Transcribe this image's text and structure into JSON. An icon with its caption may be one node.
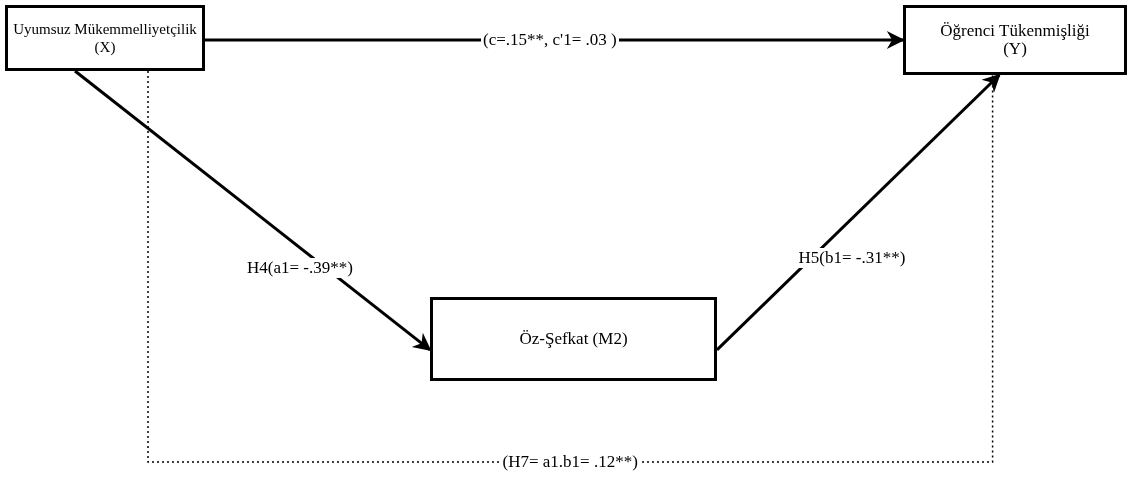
{
  "diagram": {
    "nodes": [
      {
        "text": [
          "Uyumsuz Mükemmelliyetçilik",
          "(X)"
        ]
      },
      {
        "text": [
          "Öğrenci Tükenmişliği",
          "(Y)"
        ]
      },
      {
        "text": [
          "Öz-Şefkat (M2)"
        ]
      }
    ],
    "edges": [
      {
        "from": 0,
        "to": 1,
        "arrow": "to",
        "label": "(c=.15**, c'1= .03 )"
      },
      {
        "from": 0,
        "to": 2,
        "arrow": "to",
        "label": "H4(a1= -.39**)"
      },
      {
        "from": 2,
        "to": 1,
        "arrow": "to",
        "label": "H5(b1= -.31**)"
      },
      {
        "from": 0,
        "to": 1,
        "arrow": "none",
        "style": "dashed",
        "label": "(H7= a1.b1= .12**)"
      }
    ]
  }
}
